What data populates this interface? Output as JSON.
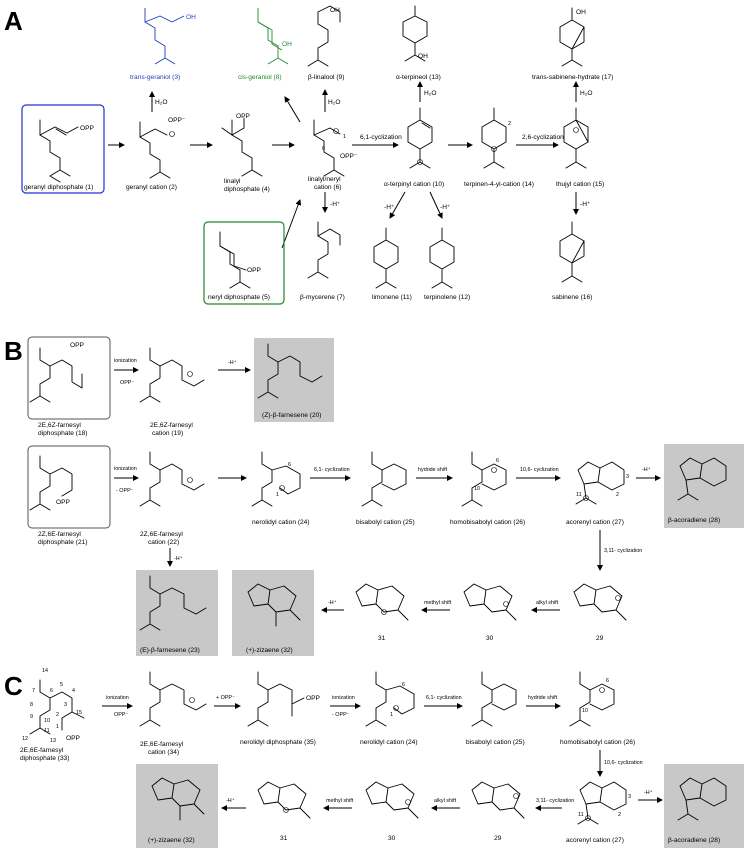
{
  "panels": {
    "a": "A",
    "b": "B",
    "c": "C"
  },
  "colors": {
    "blue": "#1f3fbf",
    "green": "#1f8a2a",
    "gray_box": "#c8c8c8",
    "box_blue": "#2233cc",
    "box_green": "#1f8a2a"
  },
  "A": {
    "geranyl_pp": "geranyl diphosphate (1)",
    "geranyl_cation": "geranyl cation (2)",
    "linalyl_pp_1": "linalyl",
    "linalyl_pp_2": "diphosphate (4)",
    "linalyl_neryl_1": "linalyl/neryl",
    "linalyl_neryl_2": "cation (6)",
    "alpha_terpinyl": "α-terpinyl cation (10)",
    "terpinen4yl": "terpinen-4-yl-cation (14)",
    "thujyl": "thujyl cation (15)",
    "trans_geraniol": "trans-geraniol (3)",
    "cis_geraniol": "cis-geraniol (8)",
    "b_linalool": "β-linalool (9)",
    "a_terpineol": "α-terpineol (13)",
    "trans_sabinene_hydrate": "trans-sabinene-hydrate (17)",
    "neryl_pp": "neryl diphosphate (5)",
    "b_myrcene": "β-mycerene (7)",
    "limonene": "limonene (11)",
    "terpinolene": "terpinolene (12)",
    "sabinene": "sabinene (16)",
    "h2o": "H₂O",
    "opp": "OPP",
    "opp_minus": "OPP⁻",
    "oh": "OH",
    "minus_h": "-H⁺",
    "cyc61": "6,1-cyclization",
    "cyc26": "2,6-cyclization",
    "num6": "6",
    "num1": "1",
    "num2": "2"
  },
  "B": {
    "f18_1": "2E,6Z-farnesyl",
    "f18_2": "diphosphate (18)",
    "ionization": "ionization",
    "opp_minus": "OPP⁻",
    "f19_1": "2E,6Z-farnesyl",
    "f19_2": "cation (19)",
    "minus_h": "-H⁺",
    "z_farnesene": "(Z)-β-farnesene (20)",
    "f21_1": "2Z,6E-farnesyl",
    "f21_2": "diphosphate (21)",
    "minus_opp": "- OPP⁻",
    "f22_1": "2Z,6E-farnesyl",
    "f22_2": "cation (22)",
    "nerolidyl": "nerolidyl cation (24)",
    "cyc61": "6,1- cyclization",
    "bisabolyl": "bisabolyl cation (25)",
    "hydride": "hydride shift",
    "homobisabolyl": "homobisabolyl cation (26)",
    "cyc106": "10,6- cyclization",
    "acorenyl": "acorenyl cation (27)",
    "b_acoradiene": "β-acoradiene (28)",
    "e_farnesene": "(E)-β-farnesene (23)",
    "zizaene": "(+)-zizaene (32)",
    "methyl": "methyl shift",
    "alkyl": "alkyl shift",
    "cyc311": "3,11- cyclization",
    "c31": "31",
    "c30": "30",
    "c29": "29",
    "opp": "OPP",
    "n6": "6",
    "n1": "1",
    "n10": "10",
    "n3": "3",
    "n2": "2",
    "n11": "11"
  },
  "C": {
    "f33_1": "2E,6E-farnesyl",
    "f33_2": "diphosphate (33)",
    "ionization": "ionization",
    "opp_minus": "OPP⁻",
    "f34_1": "2E,6E-farnesyl",
    "f34_2": "cation (34)",
    "plus_opp": "+ OPP⁻",
    "nerolidyl_pp": "nerolidyl diphosphate (35)",
    "minus_opp": "- OPP⁻",
    "nerolidyl": "nerolidyl cation (24)",
    "cyc61": "6,1- cyclization",
    "bisabolyl": "bisabolyl cation (25)",
    "hydride": "hydride shift",
    "homobisabolyl": "homobisabolyl cation (26)",
    "cyc106": "10,6- cyclization",
    "acorenyl": "acorenyl cation (27)",
    "b_acoradiene": "β-acoradiene (28)",
    "cyc311": "3,11- cyclization",
    "zizaene": "(+)-zizaene (32)",
    "minus_h": "-H⁺",
    "methyl": "methyl shift",
    "alkyl": "alkyl shift",
    "c31": "31",
    "c30": "30",
    "c29": "29",
    "opp": "OPP",
    "n14": "14",
    "n7": "7",
    "n8": "8",
    "n6": "6",
    "n5": "5",
    "n4": "4",
    "n3": "3",
    "n9": "9",
    "n10": "10",
    "n11": "11",
    "n12": "12",
    "n13": "13",
    "n2": "2",
    "n1": "1",
    "n15": "15"
  }
}
